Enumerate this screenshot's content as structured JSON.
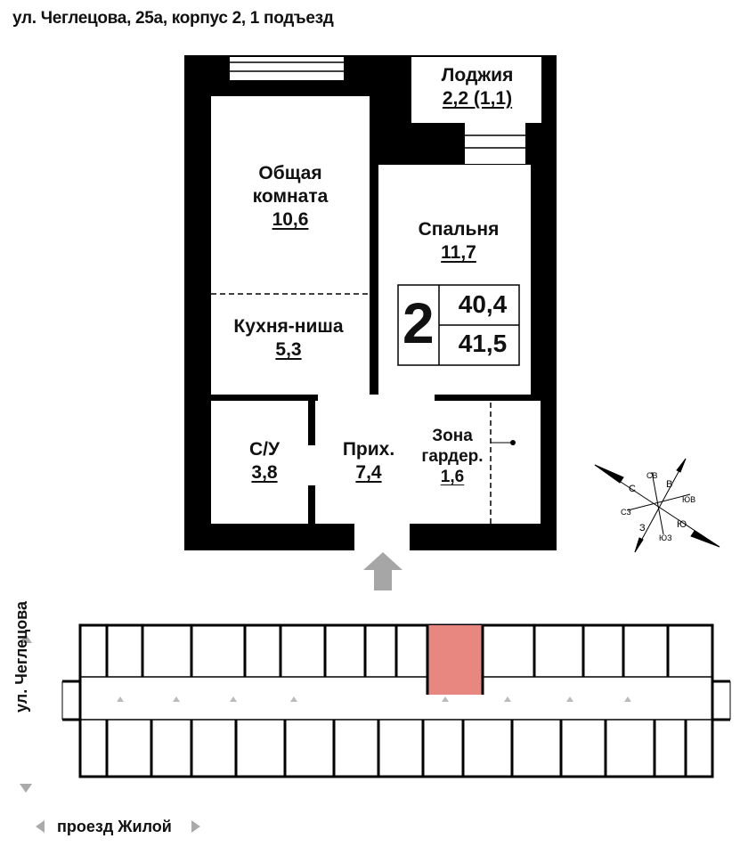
{
  "header": {
    "address": "ул. Чеглецова, 25а, корпус 2, 1 подъезд"
  },
  "apartment": {
    "rooms_count": "2",
    "living_area": "40,4",
    "total_area": "41,5",
    "rooms": [
      {
        "name": "Лоджия",
        "area": "2,2 (1,1)"
      },
      {
        "name": "Общая комната",
        "name_line1": "Общая",
        "name_line2": "комната",
        "area": "10,6"
      },
      {
        "name": "Спальня",
        "area": "11,7"
      },
      {
        "name": "Кухня-ниша",
        "area": "5,3"
      },
      {
        "name": "С/У",
        "area": "3,8"
      },
      {
        "name": "Прих.",
        "area": "7,4"
      },
      {
        "name": "Зона гардер.",
        "name_line1": "Зона",
        "name_line2": "гардер.",
        "area": "1,6"
      }
    ]
  },
  "compass": {
    "labels": [
      "С",
      "СВ",
      "В",
      "ЮВ",
      "Ю",
      "ЮЗ",
      "З",
      "СЗ"
    ]
  },
  "site_plan": {
    "street_vertical": "ул. Чеглецова",
    "street_horizontal": "проезд Жилой",
    "highlight_color": "#e8877f"
  },
  "colors": {
    "wall": "#000000",
    "entry_arrow": "#a6a6a6"
  }
}
